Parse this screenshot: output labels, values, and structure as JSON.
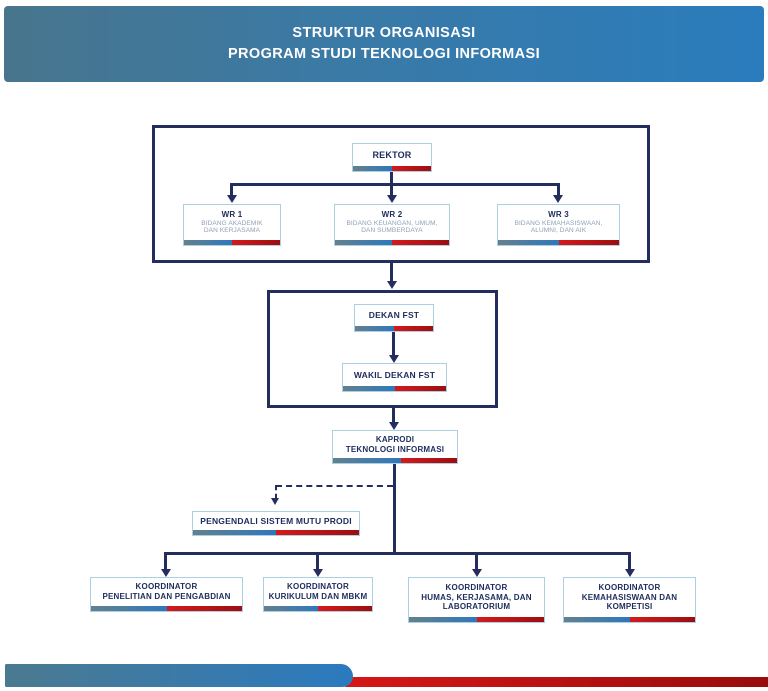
{
  "header": {
    "line1": "STRUKTUR ORGANISASI",
    "line2": "PROGRAM STUDI TEKNOLOGI INFORMASI"
  },
  "org_chart": {
    "rektor": {
      "title": "REKTOR"
    },
    "wr1": {
      "title": "WR 1",
      "sub1": "BIDANG AKADEMIK",
      "sub2": "DAN KERJASAMA"
    },
    "wr2": {
      "title": "WR 2",
      "sub1": "BIDANG KEUANGAN, UMUM,",
      "sub2": "DAN SUMBERDAYA"
    },
    "wr3": {
      "title": "WR 3",
      "sub1": "BIDANG KEMAHASISWAAN,",
      "sub2": "ALUMNI, DAN AIK"
    },
    "dekan_fst": {
      "title": "DEKAN FST"
    },
    "wakil_dekan_fst": {
      "title": "WAKIL DEKAN FST"
    },
    "kaprodi": {
      "line1": "KAPRODI",
      "line2": "TEKNOLOGI INFORMASI"
    },
    "pengendali_mutu": {
      "title": "PENGENDALI SISTEM MUTU PRODI"
    },
    "koordinator_penelitian": {
      "line1": "KOORDINATOR",
      "line2": "PENELITIAN DAN PENGABDIAN"
    },
    "koordinator_kurikulum": {
      "line1": "KOORDINATOR",
      "line2": "KURIKULUM DAN MBKM"
    },
    "koordinator_humas": {
      "line1": "KOORDINATOR",
      "line2": "HUMAS, KERJASAMA, DAN",
      "line3": "LABORATORIUM"
    },
    "koordinator_kemahasiswaan": {
      "line1": "KOORDINATOR",
      "line2": "KEMAHASISWAAN DAN",
      "line3": "KOMPETISI"
    }
  },
  "colors": {
    "header_gradient_left": "#48758d",
    "header_gradient_right": "#2a7cbd",
    "line_navy": "#232d5e",
    "node_border": "#abd0e4",
    "title_navy": "#1e2c5c",
    "subtitle_gray": "#91a0b6",
    "strip_teal": "#64808d",
    "strip_blue": "#2e78bb",
    "strip_red": "#c41414",
    "footer_red": "#9a0c0c"
  }
}
